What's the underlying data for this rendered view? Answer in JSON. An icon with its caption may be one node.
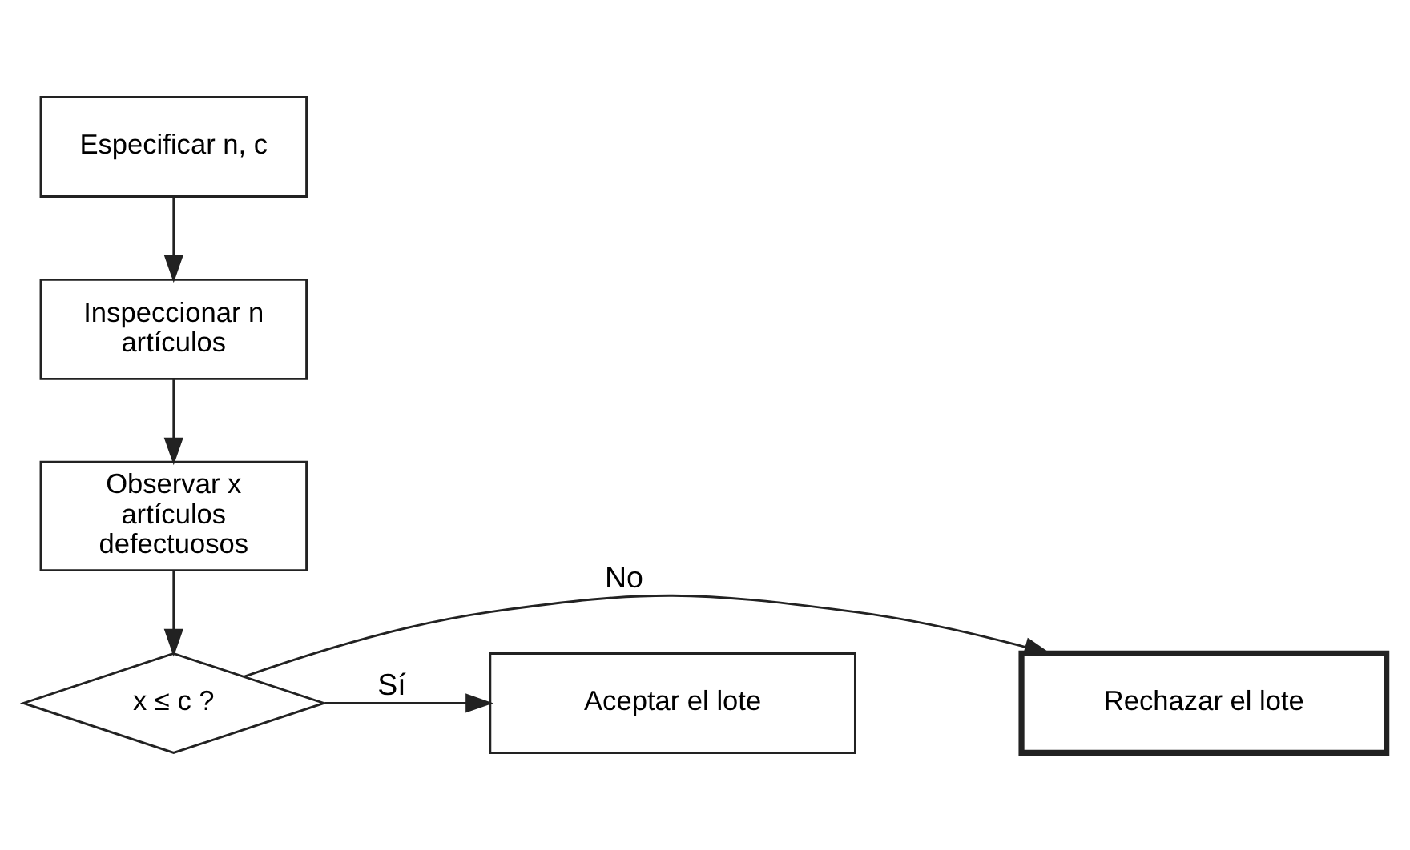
{
  "diagram": {
    "nodes": [
      {
        "text": [
          "Especificar n, c"
        ]
      },
      {
        "text": [
          "Inspeccionar n artículos"
        ]
      },
      {
        "text": [
          "Observar x artículos defectuosos"
        ]
      },
      {
        "text": [
          "x ≤ c ?"
        ]
      },
      {
        "text": [
          "Rechazar el lote"
        ]
      },
      {
        "text": [
          "Aceptar el lote"
        ]
      }
    ],
    "edges": [
      {
        "from": 0,
        "to": 1,
        "arrow": "to"
      },
      {
        "from": 1,
        "to": 2,
        "arrow": "to"
      },
      {
        "from": 2,
        "to": 3,
        "arrow": "to"
      },
      {
        "from": 3,
        "to": 4,
        "arrow": "to",
        "label": "No"
      },
      {
        "from": 3,
        "to": 5,
        "arrow": "to",
        "label": "Sí"
      }
    ]
  }
}
